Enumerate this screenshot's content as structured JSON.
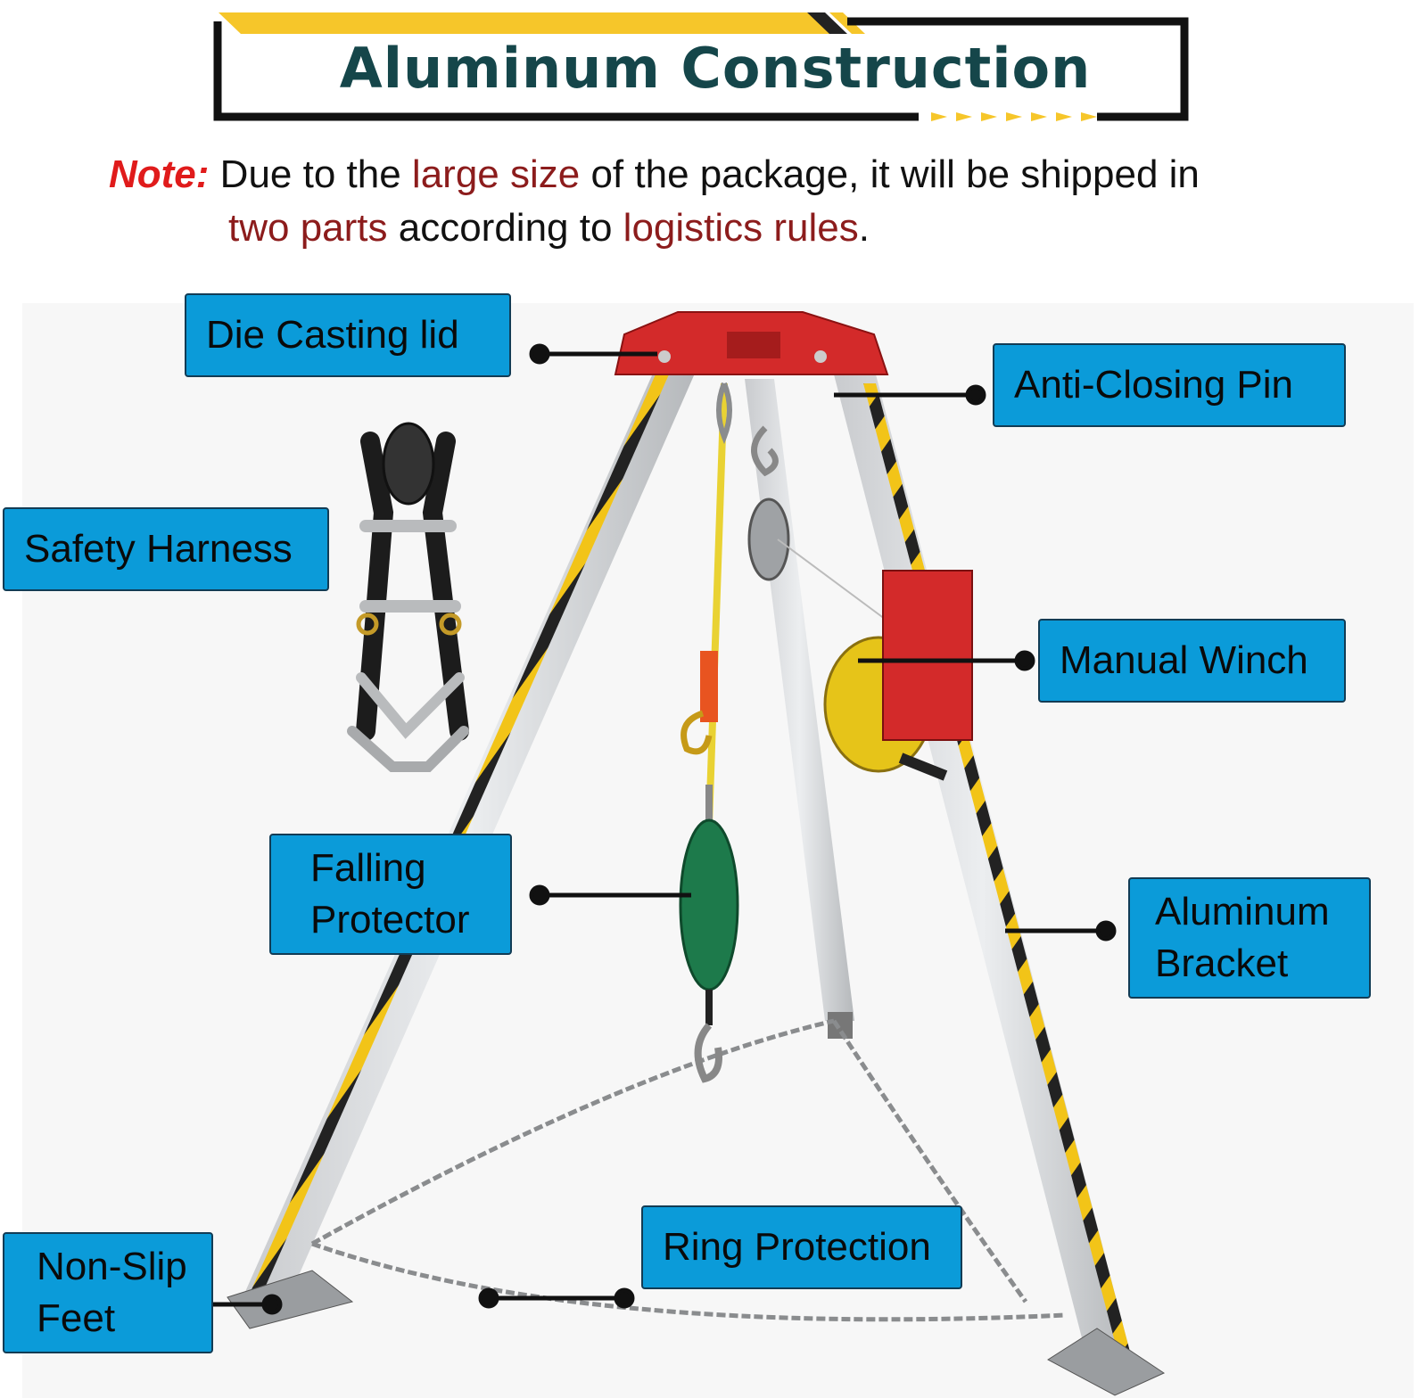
{
  "title": "Aluminum Construction",
  "note": {
    "label": "Note:",
    "t1": " Due to the ",
    "h1": "large size",
    "t2": " of the package, it will be shipped in",
    "h2": "two parts",
    "t3": " according to ",
    "h3": "logistics rules",
    "t4": "."
  },
  "labels": {
    "die_casting_lid": "Die Casting lid",
    "anti_closing_pin": "Anti-Closing Pin",
    "safety_harness": "Safety Harness",
    "manual_winch": "Manual Winch",
    "falling_protector": [
      "Falling",
      "Protector"
    ],
    "aluminum_bracket": [
      "Aluminum",
      "Bracket"
    ],
    "ring_protection": "Ring Protection",
    "non_slip_feet": [
      "Non-Slip",
      "Feet"
    ]
  },
  "colors": {
    "title": "#15464a",
    "note_label": "#e01b1b",
    "highlight": "#8c1c1c",
    "label_bg": "#0b9bd9",
    "tripod_head": "#d32a2a",
    "leg_stripe_yellow": "#f2c418",
    "leg_stripe_black": "#222222",
    "protector_green": "#1d7a4b"
  }
}
